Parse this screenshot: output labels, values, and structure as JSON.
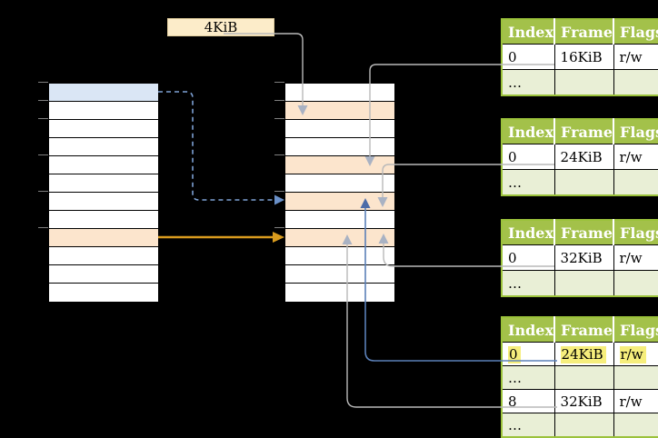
{
  "page_size_label": "4KiB",
  "virtual_memory": {
    "rows": [
      "blue",
      "white",
      "white",
      "white",
      "white",
      "white",
      "white",
      "white",
      "peach",
      "white",
      "white",
      "white"
    ]
  },
  "physical_memory": {
    "rows": [
      "white",
      "peach",
      "white",
      "white",
      "peach",
      "white",
      "peach",
      "white",
      "peach",
      "white",
      "white",
      "white"
    ]
  },
  "page_tables": [
    {
      "headers": [
        "Index",
        "Frame",
        "Flags"
      ],
      "rows": [
        {
          "cells": [
            "0",
            "16KiB",
            "r/w"
          ]
        },
        {
          "cells": [
            "…",
            "",
            ""
          ]
        }
      ]
    },
    {
      "headers": [
        "Index",
        "Frame",
        "Flags"
      ],
      "rows": [
        {
          "cells": [
            "0",
            "24KiB",
            "r/w"
          ]
        },
        {
          "cells": [
            "…",
            "",
            ""
          ]
        }
      ]
    },
    {
      "headers": [
        "Index",
        "Frame",
        "Flags"
      ],
      "rows": [
        {
          "cells": [
            "0",
            "32KiB",
            "r/w"
          ]
        },
        {
          "cells": [
            "…",
            "",
            ""
          ]
        }
      ]
    },
    {
      "headers": [
        "Index",
        "Frame",
        "Flags"
      ],
      "rows": [
        {
          "cells": [
            "0",
            "24KiB",
            "r/w"
          ],
          "highlighted": true
        },
        {
          "cells": [
            "…",
            "",
            ""
          ]
        },
        {
          "cells": [
            "8",
            "32KiB",
            "r/w"
          ]
        },
        {
          "cells": [
            "…",
            "",
            ""
          ]
        }
      ]
    }
  ],
  "arrows": [
    {
      "name": "page-size-to-frame",
      "desc": "4KiB label to physical frame 4KiB",
      "color": "#b9b9b9"
    },
    {
      "name": "table1-16kib-to-frame",
      "desc": "table 1 entry 0 (16KiB) to physical frame 16KiB",
      "color": "#b9b9b9"
    },
    {
      "name": "table2-24kib-to-frame",
      "desc": "table 2 entry 0 (24KiB) to physical frame 24KiB",
      "color": "#b9b9b9"
    },
    {
      "name": "table3-32kib-to-frame",
      "desc": "table 3 entry 0 (32KiB) to physical frame 32KiB",
      "color": "#b9b9b9"
    },
    {
      "name": "table4-24kib-to-frame",
      "desc": "table 4 highlighted entry 0 (24KiB) to physical frame 24KiB",
      "color": "#5b80b8"
    },
    {
      "name": "table4-32kib-to-frame",
      "desc": "table 4 entry 8 (32KiB) to physical frame 32KiB",
      "color": "#b9b9b9"
    },
    {
      "name": "virtual-page-translation",
      "desc": "dashed: virtual blue page to physical frame 24KiB",
      "color": "#7da1d4"
    },
    {
      "name": "identity-translation",
      "desc": "virtual peach page to physical frame 32KiB",
      "color": "#d99b1e"
    }
  ],
  "colors": {
    "table_header_green": "#a3c14a",
    "table_border_green": "#9bc23b",
    "table_dots_row_green": "#e9efd6",
    "frame_peach": "#fce5cd",
    "virtual_page_blue": "#dae6f5",
    "page_size_box": "#fcecc9",
    "highlight_yellow": "#f6ee7c",
    "arrow_gray": "#b9b9b9",
    "arrow_blue": "#5b80b8",
    "arrow_dashed_blue": "#7da1d4",
    "arrow_orange": "#d99b1e",
    "background": "#000000"
  }
}
